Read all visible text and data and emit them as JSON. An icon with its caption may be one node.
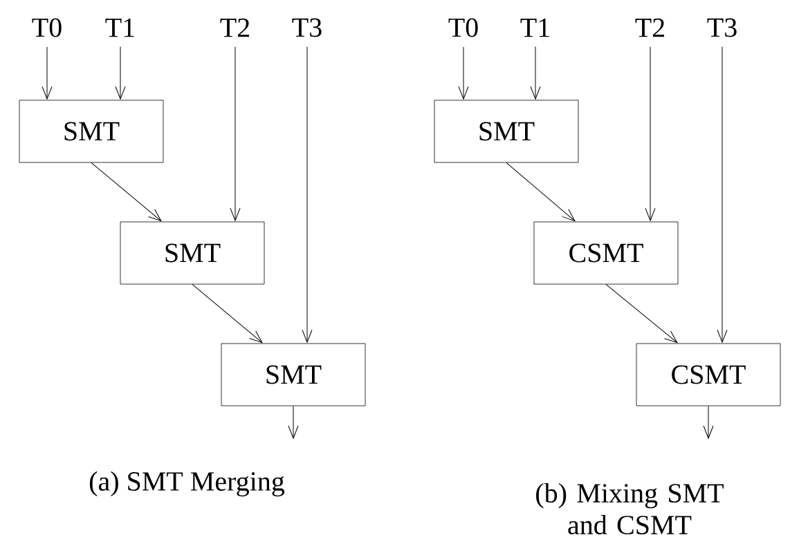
{
  "diagram": {
    "nodes": [
      {
        "text": [
          "T0"
        ]
      },
      {
        "text": [
          "T1"
        ]
      },
      {
        "text": [
          "T2"
        ]
      },
      {
        "text": [
          "T3"
        ]
      },
      {
        "text": [
          "SMT"
        ]
      },
      {
        "text": [
          "SMT"
        ]
      },
      {
        "text": [
          "SMT"
        ]
      },
      {
        "text": [
          "T0"
        ]
      },
      {
        "text": [
          "T1"
        ]
      },
      {
        "text": [
          "T2"
        ]
      },
      {
        "text": [
          "T3"
        ]
      },
      {
        "text": [
          "SMT"
        ]
      },
      {
        "text": [
          "CSMT"
        ]
      },
      {
        "text": [
          "CSMT"
        ]
      }
    ],
    "edges": [
      {
        "from": 0,
        "to": 4,
        "arrow": "to"
      },
      {
        "from": 1,
        "to": 4,
        "arrow": "to"
      },
      {
        "from": 4,
        "to": 5,
        "arrow": "to"
      },
      {
        "from": 2,
        "to": 5,
        "arrow": "to"
      },
      {
        "from": 5,
        "to": 6,
        "arrow": "to"
      },
      {
        "from": 3,
        "to": 6,
        "arrow": "to"
      },
      {
        "from": 6,
        "to": null,
        "arrow": "to"
      },
      {
        "from": 7,
        "to": 11,
        "arrow": "to"
      },
      {
        "from": 8,
        "to": 11,
        "arrow": "to"
      },
      {
        "from": 11,
        "to": 12,
        "arrow": "to"
      },
      {
        "from": 9,
        "to": 12,
        "arrow": "to"
      },
      {
        "from": 12,
        "to": 13,
        "arrow": "to"
      },
      {
        "from": 10,
        "to": 13,
        "arrow": "to"
      },
      {
        "from": 13,
        "to": null,
        "arrow": "to"
      }
    ],
    "labels": [
      "(a) SMT Merging",
      "(b) Mixing SMT and CSMT"
    ]
  }
}
